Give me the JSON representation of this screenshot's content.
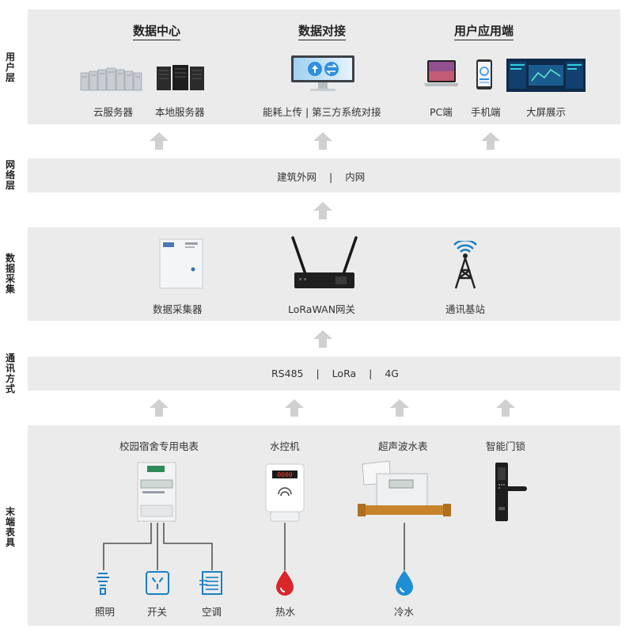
{
  "layers": {
    "user": "用户层",
    "network": "网络层",
    "collection": "数据采集",
    "comm": "通讯方式",
    "terminal": "末端表具"
  },
  "user_layer": {
    "data_center": {
      "title": "数据中心",
      "items": [
        "云服务器",
        "本地服务器"
      ]
    },
    "data_docking": {
      "title": "数据对接",
      "label": "能耗上传 | 第三方系统对接"
    },
    "user_app": {
      "title": "用户应用端",
      "items": [
        "PC端",
        "手机端",
        "大屏展示"
      ]
    }
  },
  "network_layer": {
    "items": [
      "建筑外网",
      "|",
      "内网"
    ]
  },
  "collection_layer": {
    "items": [
      "数据采集器",
      "LoRaWAN网关",
      "通讯基站"
    ]
  },
  "comm_layer": {
    "items": [
      "RS485",
      "|",
      "LoRa",
      "|",
      "4G"
    ]
  },
  "terminal_layer": {
    "devices": [
      "校园宿舍专用电表",
      "水控机",
      "超声波水表",
      "智能门锁"
    ],
    "loads": [
      "照明",
      "开关",
      "空调",
      "热水",
      "冷水"
    ],
    "meter_display": "0000"
  },
  "colors": {
    "band": "#ebebeb",
    "arrow": "#d0d0d0",
    "hot_water": "#d9262a",
    "cold_water": "#1e8fd6",
    "icon_blue": "#1b7fc4"
  }
}
